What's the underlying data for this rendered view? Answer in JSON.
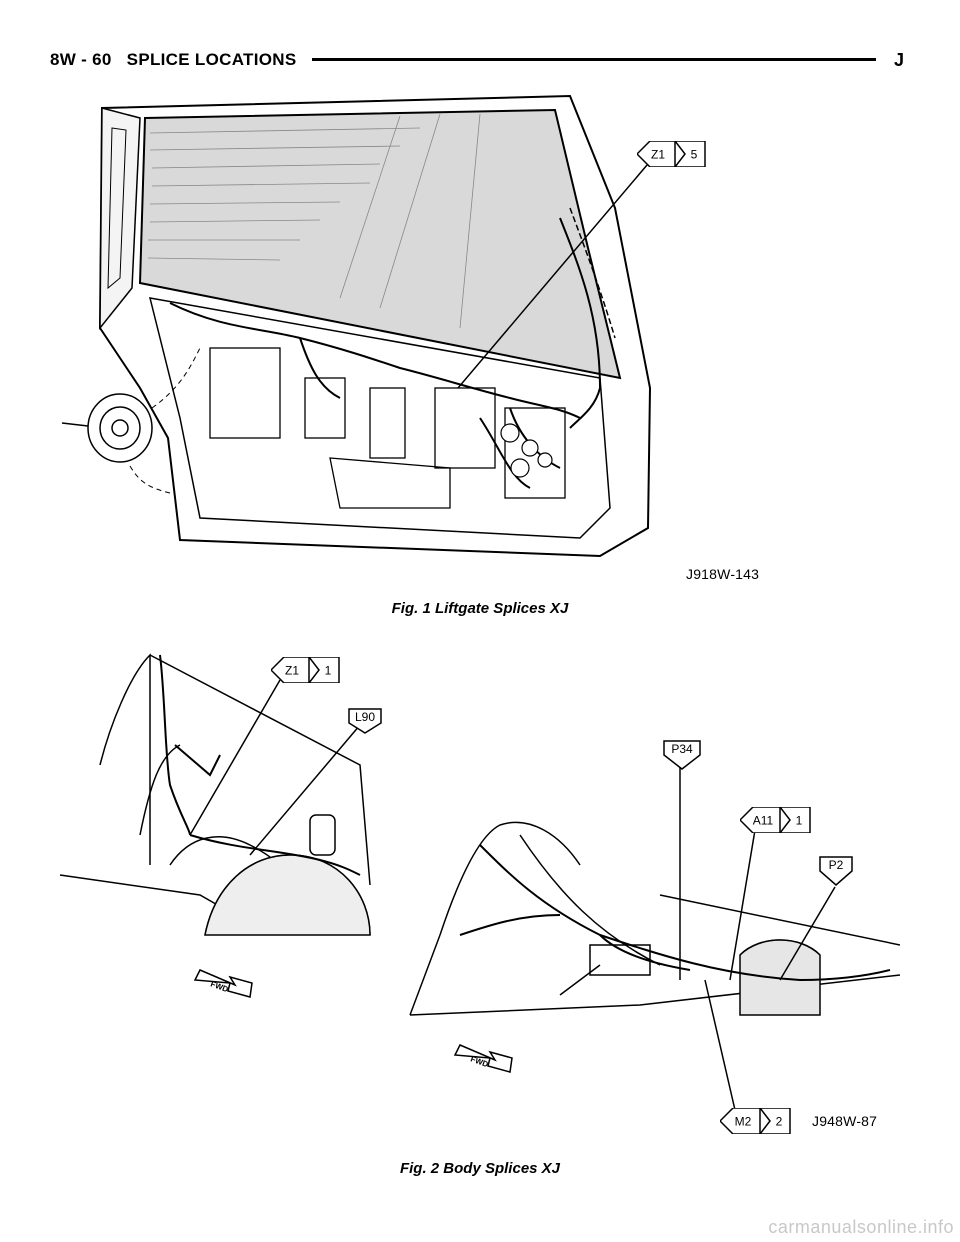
{
  "header": {
    "section_label": "8W - 60   SPLICE LOCATIONS",
    "chapter_letter": "J"
  },
  "figure1": {
    "code": "J918W-143",
    "caption": "Fig. 1 Liftgate Splices XJ",
    "callouts": [
      {
        "id": "Z1",
        "num": "5"
      }
    ]
  },
  "figure2": {
    "code": "J948W-87",
    "caption": "Fig. 2 Body Splices XJ",
    "fwd_label": "FWD",
    "callouts": [
      {
        "id": "Z1",
        "num": "1"
      },
      {
        "id": "L90",
        "num": ""
      },
      {
        "id": "P34",
        "num": ""
      },
      {
        "id": "A11",
        "num": "1"
      },
      {
        "id": "P2",
        "num": ""
      },
      {
        "id": "M2",
        "num": "2"
      }
    ]
  },
  "watermark": "carmanualsonline.info"
}
